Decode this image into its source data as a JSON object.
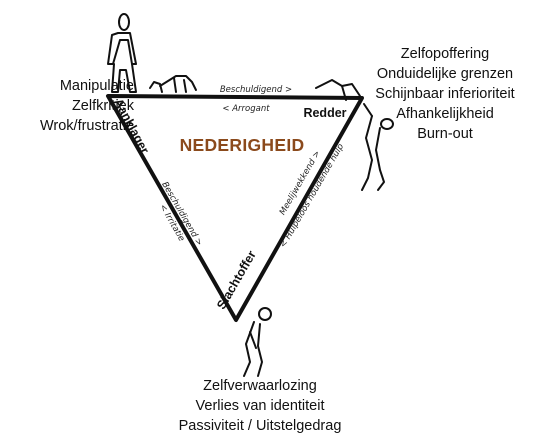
{
  "center_title": "NEDERIGHEID",
  "roles": {
    "aanklager": "Aanklager",
    "redder": "Redder",
    "slachtoffer": "Slachtoffer"
  },
  "edge_labels": {
    "top_outer": "Beschuldigend >",
    "top_inner": "< Arrogant",
    "left_outer": "Beschuldigend >",
    "left_inner": "< Irritatie",
    "right_outer": "Meelijwekkend >",
    "right_inner": "< Hulpeloos houdende hulp"
  },
  "lists": {
    "aanklager": [
      "Manipulatie",
      "Zelfkritiek",
      "Wrok/frustratie"
    ],
    "redder": [
      "Zelfopoffering",
      "Onduidelijke grenzen",
      "Schijnbaar inferioriteit",
      "Afhankelijkheid",
      "Burn-out"
    ],
    "slachtoffer": [
      "Zelfverwaarlozing",
      "Verlies van identiteit",
      "Passiviteit / Uitstelgedrag"
    ]
  },
  "colors": {
    "title": "#8B4A1C",
    "ink": "#111111"
  }
}
